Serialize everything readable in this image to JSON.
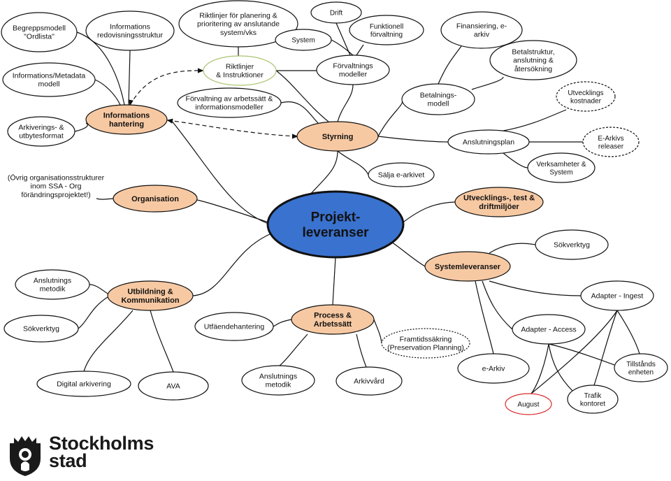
{
  "colors": {
    "center_fill": "#3a72cf",
    "primary_fill": "#f7c9a3",
    "secondary_fill": "#ffffff",
    "edge": "#111111",
    "august_border": "#d92b2b",
    "riktlinjer_border": "#a9c470"
  },
  "nodes": {
    "center": "Projekt-\nleveranser",
    "informations_hantering": "Informations\nhantering",
    "styrning": "Styrning",
    "organisation": "Organisation",
    "utveckling_test": "Utvecklings-, test &\ndriftmiljöer",
    "systemleveranser": "Systemleveranser",
    "utbildning": "Utbildning &\nKommunikation",
    "process": "Process &\nArbetssätt",
    "begreppsmodell": "Begreppsmodell\n\"Ordlista\"",
    "informations_redovisning": "Informations\nredovisningsstruktur",
    "info_metadata": "Informations/Metadata\nmodell",
    "arkiverings_format": "Arkiverings- &\nutbytesformat",
    "riktlinjer_planering": "Riktlinjer för planering &\nprioritering av anslutande\nsystem/vks",
    "riktlinjer_instruktioner": "Riktlinjer\n& Instruktioner",
    "forvaltning_arbetssatt": "Förvaltning av arbetssätt &\ninformationsmodeller",
    "drift": "Drift",
    "system": "System",
    "funktionell_forvaltning": "Funktionell\nförvaltning",
    "forvaltnings_modeller": "Förvaltnings\nmodeller",
    "finansiering": "Finansiering, e-\narkiv",
    "betalstruktur": "Betalstruktur,\nanslutning &\nåtersökning",
    "betalnings_modell": "Betalnings-\nmodell",
    "utvecklings_kostnader": "Utvecklings\nkostnader",
    "anslutningsplan": "Anslutningsplan",
    "e_arkivs_releaser": "E-Arkivs\nreleaser",
    "verksamheter_system": "Verksamheter &\nSystem",
    "salja": "Sälja e-arkivet",
    "ovrig_org": "(Övrig organisationsstrukturer\ninom SSA - Org\nförändringsprojektet!)",
    "sokverktyg_sys": "Sökverktyg",
    "adapter_ingest": "Adapter - Ingest",
    "adapter_access": "Adapter - Access",
    "e_arkiv": "e-Arkiv",
    "tillstands": "Tillstånds\nenheten",
    "trafik": "Trafik\nkontoret",
    "august": "August",
    "anslutnings_metodik_utb": "Anslutnings\nmetodik",
    "sokverktyg_utb": "Sökverktyg",
    "digital_arkivering": "Digital arkivering",
    "ava": "AVA",
    "utfaendehantering": "Utfäendehantering",
    "framtidssakring": "Framtidssäkring\n(Preservation Planning)",
    "anslutnings_metodik_proc": "Anslutnings\nmetodik",
    "arkivvard": "Arkivvård"
  },
  "logo": {
    "line1": "Stockholms",
    "line2": "stad"
  }
}
